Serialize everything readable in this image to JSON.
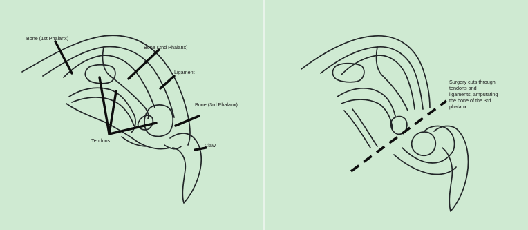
{
  "colors": {
    "paper": "#cfead2",
    "paper_edge": "#c3e2c8",
    "ink": "#222628",
    "pointer": "#0d0d0d"
  },
  "left_panel": {
    "labels": {
      "bone_1st": "Bone (1st Phalanx)",
      "bone_2nd": "Bone (2nd Phalanx)",
      "ligament": "Ligament",
      "bone_3rd": "Bone (3rd Phalanx)",
      "tendons": "Tendons",
      "claw": "Claw"
    }
  },
  "right_panel": {
    "annotation": [
      "Surgery cuts through",
      "tendons and",
      "ligaments, amputating",
      "the bone of the 3rd",
      "phalanx"
    ]
  }
}
